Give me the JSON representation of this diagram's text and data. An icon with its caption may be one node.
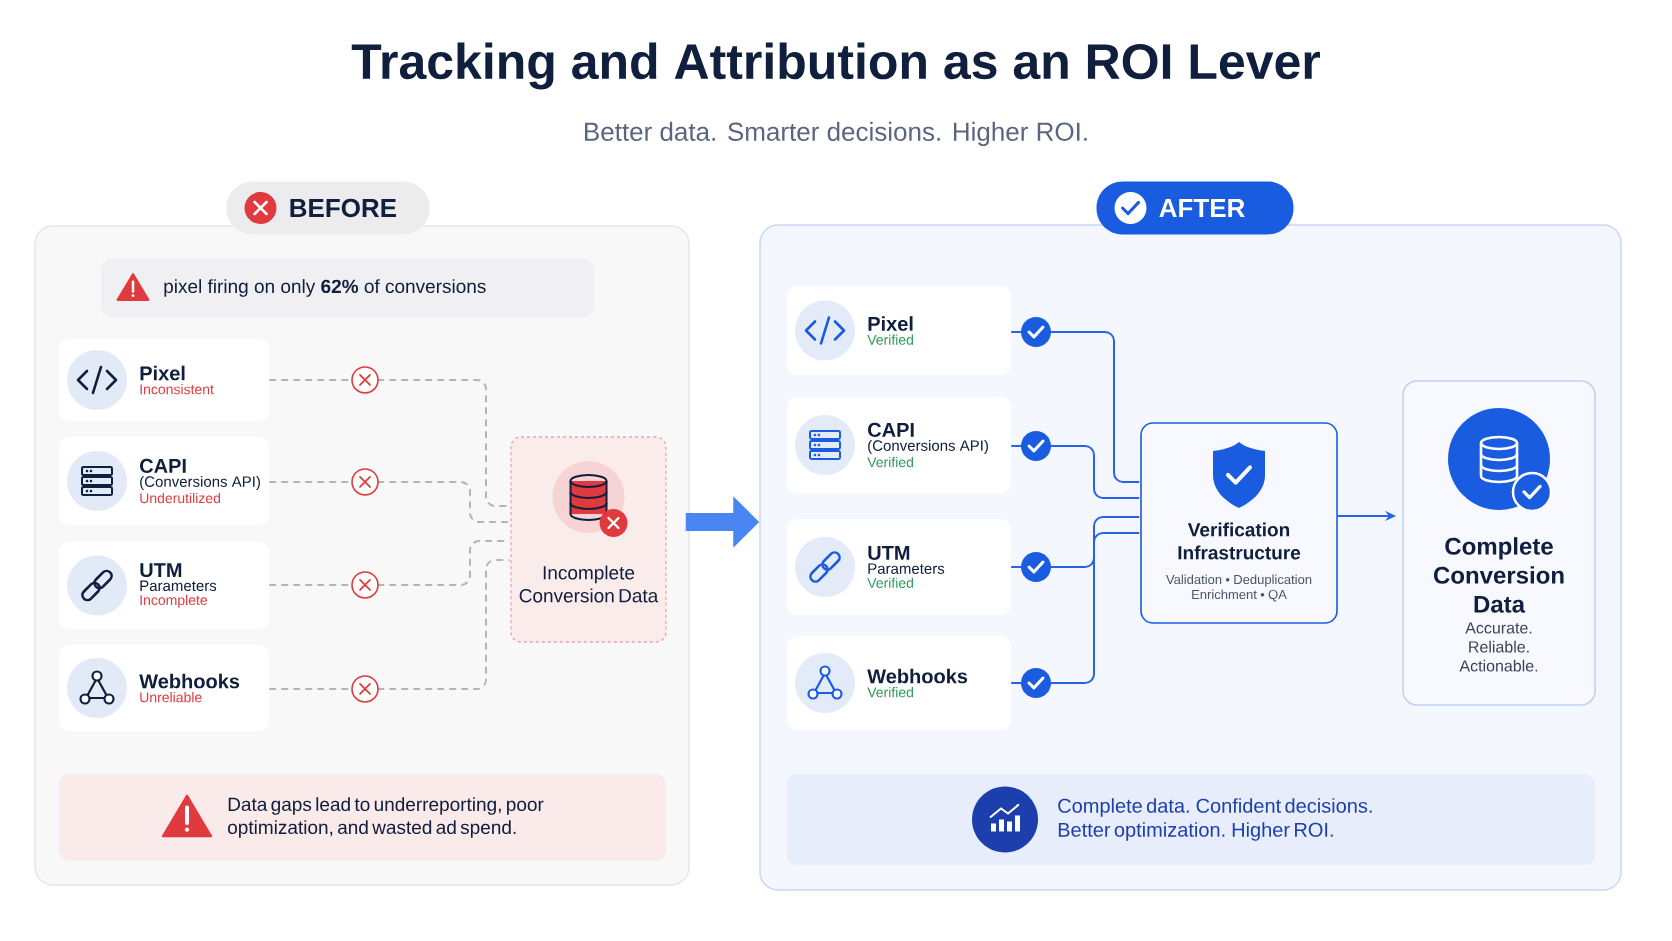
{
  "diagram": {
    "title": "Tracking and Attribution as an ROI Lever",
    "nodes": [
      {
        "text": [
          "BEFORE"
        ]
      },
      {
        "text": [
          "pixel firing on only **62%** of conversions"
        ],
        "in": 0
      },
      {
        "text": [
          "Pixel",
          "Inconsistent"
        ],
        "in": 0
      },
      {
        "text": [
          "CAPI",
          "(Conversions API)",
          "Underutilized"
        ],
        "in": 0
      },
      {
        "text": [
          "UTM",
          "Parameters",
          "Incomplete"
        ],
        "in": 0
      },
      {
        "text": [
          "Webhooks",
          "Unreliable"
        ],
        "in": 0
      },
      {
        "text": [
          "Incomplete Conversion Data"
        ],
        "in": 0
      },
      {
        "text": [
          "Data gaps lead to underreporting, poor optimization, and wasted ad spend."
        ],
        "in": 0
      },
      {
        "text": [
          "AFTER"
        ]
      },
      {
        "text": [
          "Pixel",
          "Verified"
        ],
        "in": 8
      },
      {
        "text": [
          "CAPI",
          "(Conversions API)",
          "Verified"
        ],
        "in": 8
      },
      {
        "text": [
          "UTM",
          "Parameters",
          "Verified"
        ],
        "in": 8
      },
      {
        "text": [
          "Webhooks",
          "Verified"
        ],
        "in": 8
      },
      {
        "text": [
          "Verification Infrastructure",
          "Validation • Deduplication Enrichment • QA"
        ],
        "in": 8
      },
      {
        "text": [
          "Complete Conversion Data",
          "Accurate. Reliable. Actionable."
        ],
        "in": 8
      },
      {
        "text": [
          "Complete data. Confident decisions. Better optimization. Higher ROI."
        ],
        "in": 8
      }
    ],
    "edges": [
      {
        "from": 2,
        "to": 6,
        "arrow": "none",
        "style": "dashed",
        "color": "#b5b5b5"
      },
      {
        "from": 3,
        "to": 6,
        "arrow": "none",
        "style": "dashed",
        "color": "#b5b5b5"
      },
      {
        "from": 4,
        "to": 6,
        "arrow": "none",
        "style": "dashed",
        "color": "#b5b5b5"
      },
      {
        "from": 5,
        "to": 6,
        "arrow": "none",
        "style": "dashed",
        "color": "#b5b5b5"
      },
      {
        "from": 0,
        "to": 8,
        "arrow": "to",
        "style": "thick"
      },
      {
        "from": 9,
        "to": 13,
        "arrow": "none"
      },
      {
        "from": 10,
        "to": 13,
        "arrow": "none"
      },
      {
        "from": 11,
        "to": 13,
        "arrow": "none"
      },
      {
        "from": 12,
        "to": 13,
        "arrow": "none"
      },
      {
        "from": 13,
        "to": 14,
        "arrow": "to"
      }
    ],
    "labels": [
      "Better data. Smarter decisions. Higher ROI."
    ]
  }
}
